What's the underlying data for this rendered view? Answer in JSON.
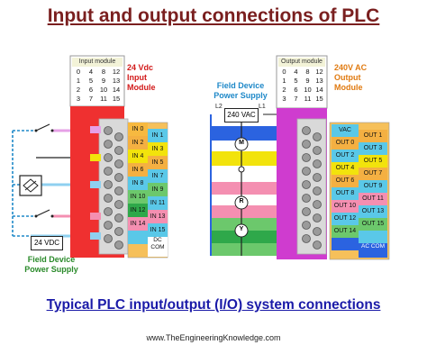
{
  "title": "Input and output connections of PLC",
  "subtitle": "Typical PLC input/output (I/O) system connections",
  "website": "www.TheEngineeringKnowledge.com",
  "input_module": {
    "header": "Input module",
    "grid": [
      [
        "0",
        "4",
        "8",
        "12"
      ],
      [
        "1",
        "5",
        "9",
        "13"
      ],
      [
        "2",
        "6",
        "10",
        "14"
      ],
      [
        "3",
        "7",
        "11",
        "15"
      ]
    ],
    "label_voltage": "24 Vdc",
    "label_type": "Input",
    "label_module": "Module",
    "terminals_left": [
      "IN 0",
      "IN 2",
      "IN 4",
      "IN 6",
      "IN 8",
      "IN 10",
      "IN 12",
      "IN 14"
    ],
    "terminals_right": [
      "IN 1",
      "IN 3",
      "IN 5",
      "IN 7",
      "IN 9",
      "IN 11",
      "IN 13",
      "IN 15"
    ],
    "com_label": "DC COM",
    "power_supply_box": "24 VDC",
    "power_supply_label_1": "Field Device",
    "power_supply_label_2": "Power Supply"
  },
  "output_module": {
    "header": "Output module",
    "grid": [
      [
        "0",
        "4",
        "8",
        "12"
      ],
      [
        "1",
        "5",
        "9",
        "13"
      ],
      [
        "2",
        "6",
        "10",
        "14"
      ],
      [
        "3",
        "7",
        "11",
        "15"
      ]
    ],
    "label_voltage": "240V AC",
    "label_type": "Output",
    "label_module": "Module",
    "vac_label": "VAC",
    "terminals_left": [
      "OUT 0",
      "OUT 2",
      "OUT 4",
      "OUT 6",
      "OUT 8",
      "OUT 10",
      "OUT 12",
      "OUT 14"
    ],
    "terminals_right": [
      "OUT 1",
      "OUT 3",
      "OUT 5",
      "OUT 7",
      "OUT 9",
      "OUT 11",
      "OUT 13",
      "OUT 15"
    ],
    "com_label": "AC COM",
    "power_supply_box": "240 VAC",
    "l1": "L1",
    "l2": "L2",
    "power_supply_label_1": "Field Device",
    "power_supply_label_2": "Power Supply",
    "devices": [
      "M",
      "R",
      "Y"
    ]
  },
  "colors": {
    "title": "#7a1f1f",
    "subtitle": "#1a1aa8",
    "input_body": "#ef3030",
    "output_body": "#cf3ccf",
    "input_label": "#d21a1a",
    "output_label": "#e07a10",
    "power_label": "#1e88c8",
    "input_power_label": "#2a8a2a",
    "strip_cyan": "#5ac8e8",
    "strip_blue": "#2b63e0",
    "strip_yellow": "#f2e30c",
    "strip_green": "#2fa84a",
    "strip_orange": "#f4b042",
    "strip_pink": "#f48fb1",
    "strip_lightgreen": "#6cc86c"
  }
}
